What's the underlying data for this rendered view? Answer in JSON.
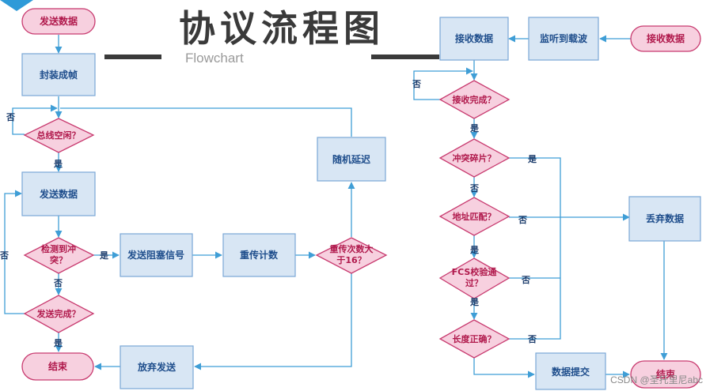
{
  "title": "协议流程图",
  "subtitle": "Flowchart",
  "watermark": "CSDN @圣托里尼abc",
  "colors": {
    "process_fill": "#d8e6f4",
    "process_stroke": "#7aa7d6",
    "terminal_fill": "#f7d0df",
    "terminal_stroke": "#c83a6f",
    "decision_text": "#b0194c",
    "process_text": "#1f4e8c",
    "edge": "#3f9ed6",
    "title": "#3a3a3a"
  },
  "send_flow": {
    "start": "发送数据",
    "encapsulate": "封装成帧",
    "bus_idle": "总线空闲？",
    "send": "发送数据",
    "detect_collision": [
      "检测到冲",
      "突？"
    ],
    "send_jam": "发送阻塞信号",
    "retransmit_count": "重传计数",
    "retries_exceed": [
      "重传次数大",
      "于16？"
    ],
    "random_delay": "随机延迟",
    "send_complete": "发送完成？",
    "end": "结束",
    "abort": "放弃发送"
  },
  "receive_flow": {
    "start": "接收数据",
    "carrier_sense": "监听到载波",
    "receive": "接收数据",
    "receive_complete": "接收完成？",
    "collision_fragment": "冲突碎片？",
    "address_match": "地址匹配？",
    "fcs_check": [
      "FCS校验通",
      "过？"
    ],
    "length_ok": "长度正确？",
    "discard": "丢弃数据",
    "submit": "数据提交",
    "end": "结束"
  },
  "edge_labels": {
    "yes": "是",
    "no": "否"
  }
}
